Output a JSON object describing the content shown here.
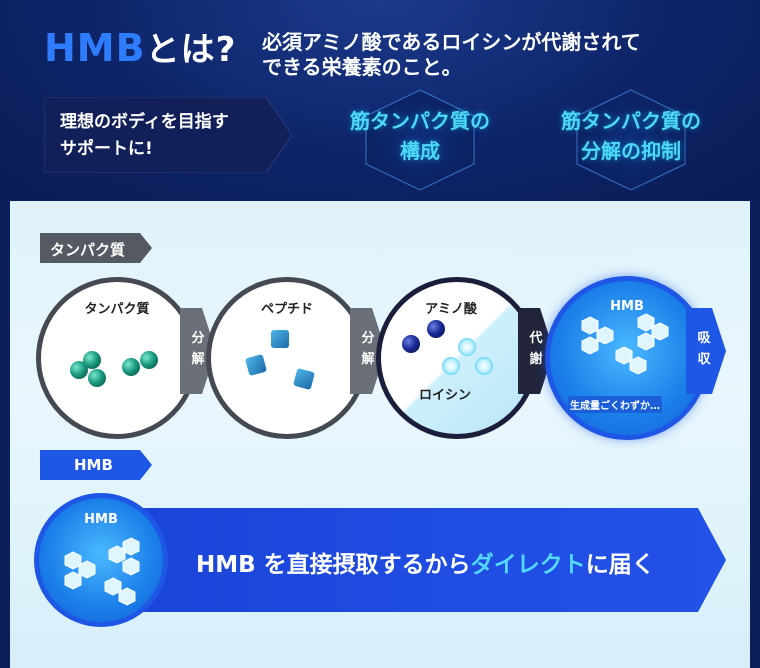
{
  "header": {
    "title_hmb": "HMB",
    "title_rest": "とは?",
    "subtitle_line1": "必須アミノ酸であるロイシンが代謝されて",
    "subtitle_line2": "できる栄養素のこと。",
    "support_line1": "理想のボディを目指す",
    "support_line2": "サポートに!",
    "hex1_line1": "筋タンパク質の",
    "hex1_line2": "構成",
    "hex2_line1": "筋タンパク質の",
    "hex2_line2": "分解の抑制"
  },
  "process": {
    "tag": "タンパク質",
    "step1_label": "タンパク質",
    "step2_label": "ペプチド",
    "step3_label": "アミノ酸",
    "step3_sub": "ロイシン",
    "step4_label": "HMB",
    "step4_note": "生成量ごくわずか…",
    "arrow1": [
      "分",
      "解"
    ],
    "arrow2": [
      "分",
      "解"
    ],
    "arrow3": [
      "代",
      "謝"
    ],
    "arrow4": [
      "吸",
      "収"
    ]
  },
  "direct": {
    "tag": "HMB",
    "circle_label": "HMB",
    "text_a": "HMB を直接摂取するから",
    "text_hl": "ダイレクト",
    "text_b": "に届く"
  },
  "colors": {
    "brand_blue": "#2f7dff",
    "accent_cyan": "#4fd8f5",
    "navy": "#0b1f5c",
    "teal_ball": "#1a9a80",
    "amino_ball": "#1a2a9a"
  }
}
